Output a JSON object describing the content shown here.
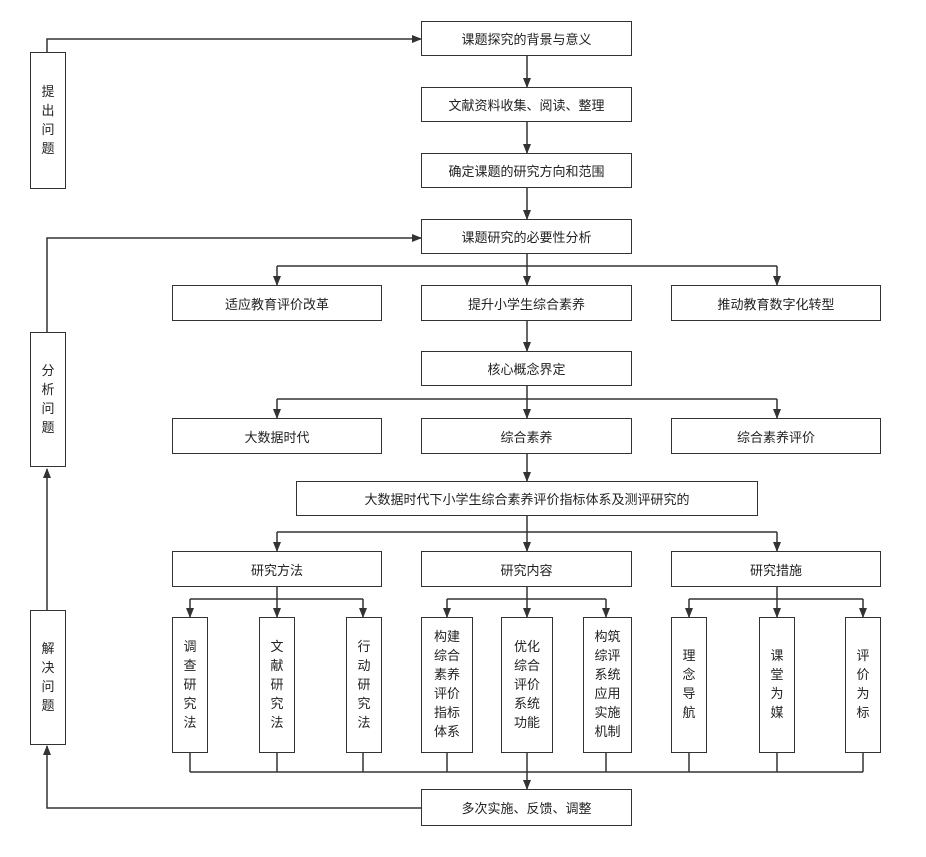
{
  "side": {
    "raise": "提出问题",
    "analyze": "分析问题",
    "solve": "解决问题"
  },
  "main": {
    "background": "课题探究的背景与意义",
    "literature": "文献资料收集、阅读、整理",
    "direction": "确定课题的研究方向和范围",
    "necessity": "课题研究的必要性分析",
    "concepts": "核心概念界定",
    "topic": "大数据时代下小学生综合素养评价指标体系及测评研究的",
    "iterate": "多次实施、反馈、调整"
  },
  "necessity_items": [
    "适应教育评价改革",
    "提升小学生综合素养",
    "推动教育数字化转型"
  ],
  "concept_items": [
    "大数据时代",
    "综合素养",
    "综合素养评价"
  ],
  "categories": [
    "研究方法",
    "研究内容",
    "研究措施"
  ],
  "methods": [
    "调查研究法",
    "文献研究法",
    "行动研究法"
  ],
  "contents": [
    "构建综合素养评价指标体系",
    "优化综合评价系统功能",
    "构筑综评系统应用实施机制"
  ],
  "measures": [
    "理念导航",
    "课堂为媒",
    "评价为标"
  ],
  "colors": {
    "line": "#333333",
    "border": "#333333",
    "text": "#222222"
  }
}
